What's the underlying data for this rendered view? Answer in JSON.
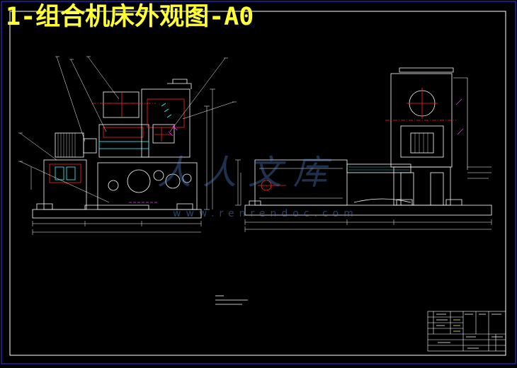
{
  "drawing": {
    "title": "1-组合机床外观图-A0"
  },
  "watermark": {
    "text": "人人文库",
    "url": "www.renrendoc.com"
  },
  "colors": {
    "background": "#000000",
    "frame": "#3333ff",
    "title_text": "#ffff33",
    "line_white": "#ffffff",
    "line_red": "#ff2222",
    "line_cyan": "#33ffff",
    "line_magenta": "#ff33ff",
    "line_green": "#33ff33",
    "watermark": "#5a8cdc"
  }
}
